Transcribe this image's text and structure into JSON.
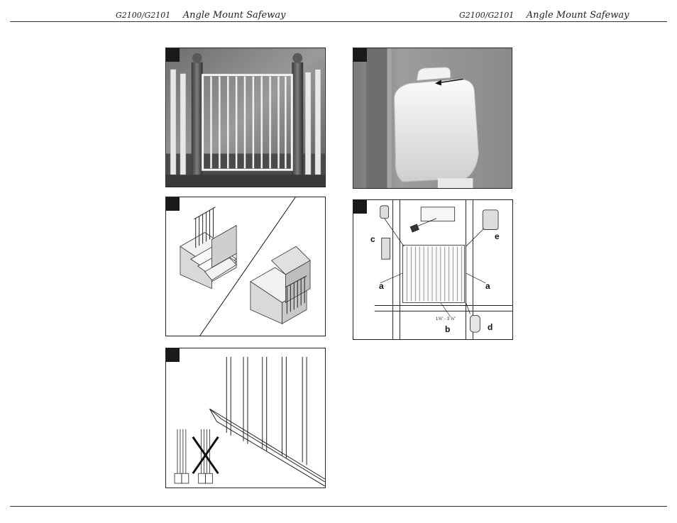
{
  "header": {
    "left": {
      "model": "G2100/G2101",
      "title": "Angle Mount Safeway"
    },
    "right": {
      "model": "G2100/G2101",
      "title": "Angle Mount Safeway"
    }
  },
  "figures": {
    "install": {
      "labels": {
        "a_left": "a",
        "a_right": "a",
        "b": "b",
        "c": "c",
        "d": "d",
        "e": "e"
      },
      "measurement": "1⅝\" - 3 ⅝\""
    }
  }
}
